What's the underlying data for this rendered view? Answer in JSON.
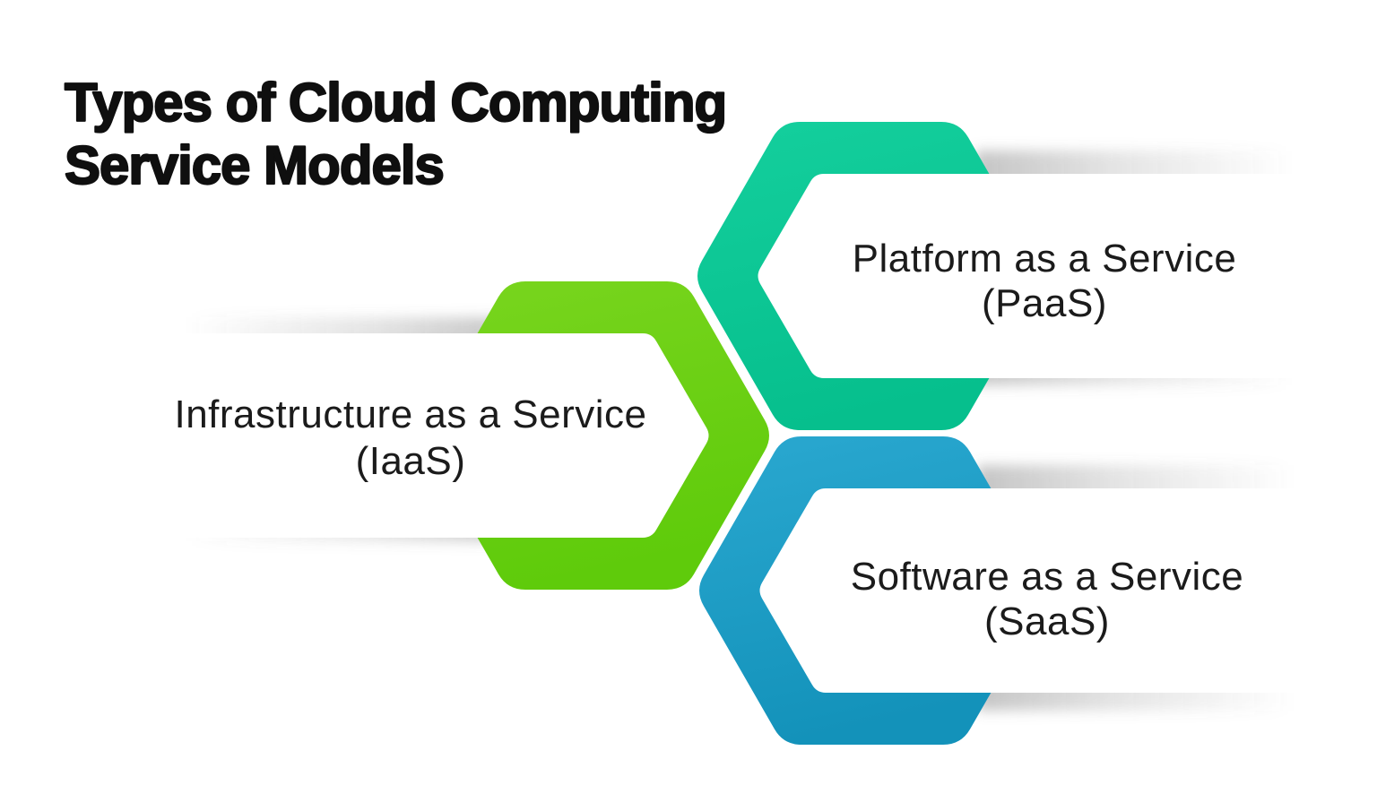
{
  "title": {
    "line1": "Types of Cloud Computing",
    "line2": "Service Models"
  },
  "items": [
    {
      "id": "iaas",
      "label": "Infrastructure as a Service",
      "abbr": "(IaaS)",
      "direction": "right",
      "color_top": "#79d51e",
      "color_bottom": "#5fcb0b"
    },
    {
      "id": "paas",
      "label": "Platform as a Service",
      "abbr": "(PaaS)",
      "direction": "left",
      "color_top": "#14cf9d",
      "color_bottom": "#06bf8d"
    },
    {
      "id": "saas",
      "label": "Software as a Service",
      "abbr": "(SaaS)",
      "direction": "left",
      "color_top": "#2aa8d0",
      "color_bottom": "#1392ba"
    }
  ],
  "colors": {
    "background": "#ffffff",
    "title_text": "#0f0f0f",
    "label_text": "#1b1b1b",
    "banner": "#ffffff",
    "shadow": "#6e6e6e"
  }
}
